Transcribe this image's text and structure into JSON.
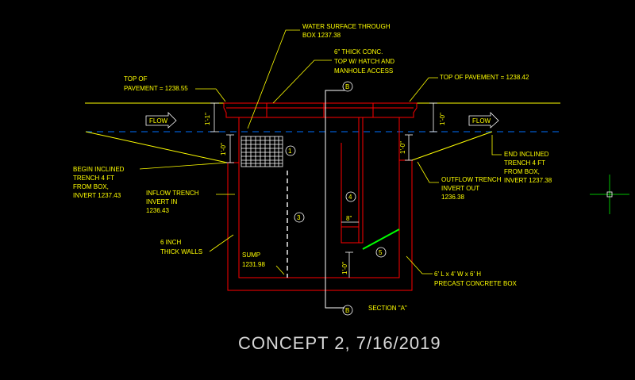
{
  "labels": {
    "water_surface": [
      "WATER SURFACE THROUGH",
      "BOX 1237.38"
    ],
    "top_conc": [
      "6\" THICK CONC.",
      "TOP W/ HATCH AND",
      "MANHOLE ACCESS"
    ],
    "top_pave_left": [
      "TOP OF",
      "PAVEMENT = 1238.55"
    ],
    "top_pave_right": "TOP OF PAVEMENT = 1238.42",
    "flow": "FLOW",
    "begin_trench": [
      "BEGIN INCLINED",
      "TRENCH 4 FT",
      "FROM BOX,",
      "INVERT 1237.43"
    ],
    "inflow_trench": [
      "INFLOW TRENCH",
      "INVERT IN",
      "1236.43"
    ],
    "walls": [
      "6 INCH",
      "THICK WALLS"
    ],
    "sump": [
      "SUMP",
      "1231.98"
    ],
    "outflow_trench": [
      "OUTFLOW TRENCH",
      "INVERT OUT",
      "1236.38"
    ],
    "end_trench": [
      "END INCLINED",
      "TRENCH 4 FT",
      "FROM BOX,",
      "INVERT 1237.38"
    ],
    "precast_box": [
      "6' L x 4' W x 6' H",
      "PRECAST CONCRETE BOX"
    ],
    "dim_left_top": "1'-1\"",
    "dim_right_top": "1'-0\"",
    "dim_left_mid": "1'-0\"",
    "dim_right_mid": "1'-0\"",
    "dim_bottom": "1'-0\"",
    "dim_eight": "8\"",
    "section_marker": "B",
    "section_title": "SECTION \"A\"",
    "callouts": [
      "1",
      "3",
      "4",
      "5"
    ],
    "drawing_title": "CONCEPT 2, 7/16/2019"
  },
  "colors": {
    "background": "#000000",
    "annotation": "#ffff00",
    "structure": "#ff0000",
    "water": "#0070ff",
    "baffle": "#00ff00",
    "grate": "#ffffff",
    "title": "#d8d8d8",
    "crosshair": "#00c000"
  }
}
